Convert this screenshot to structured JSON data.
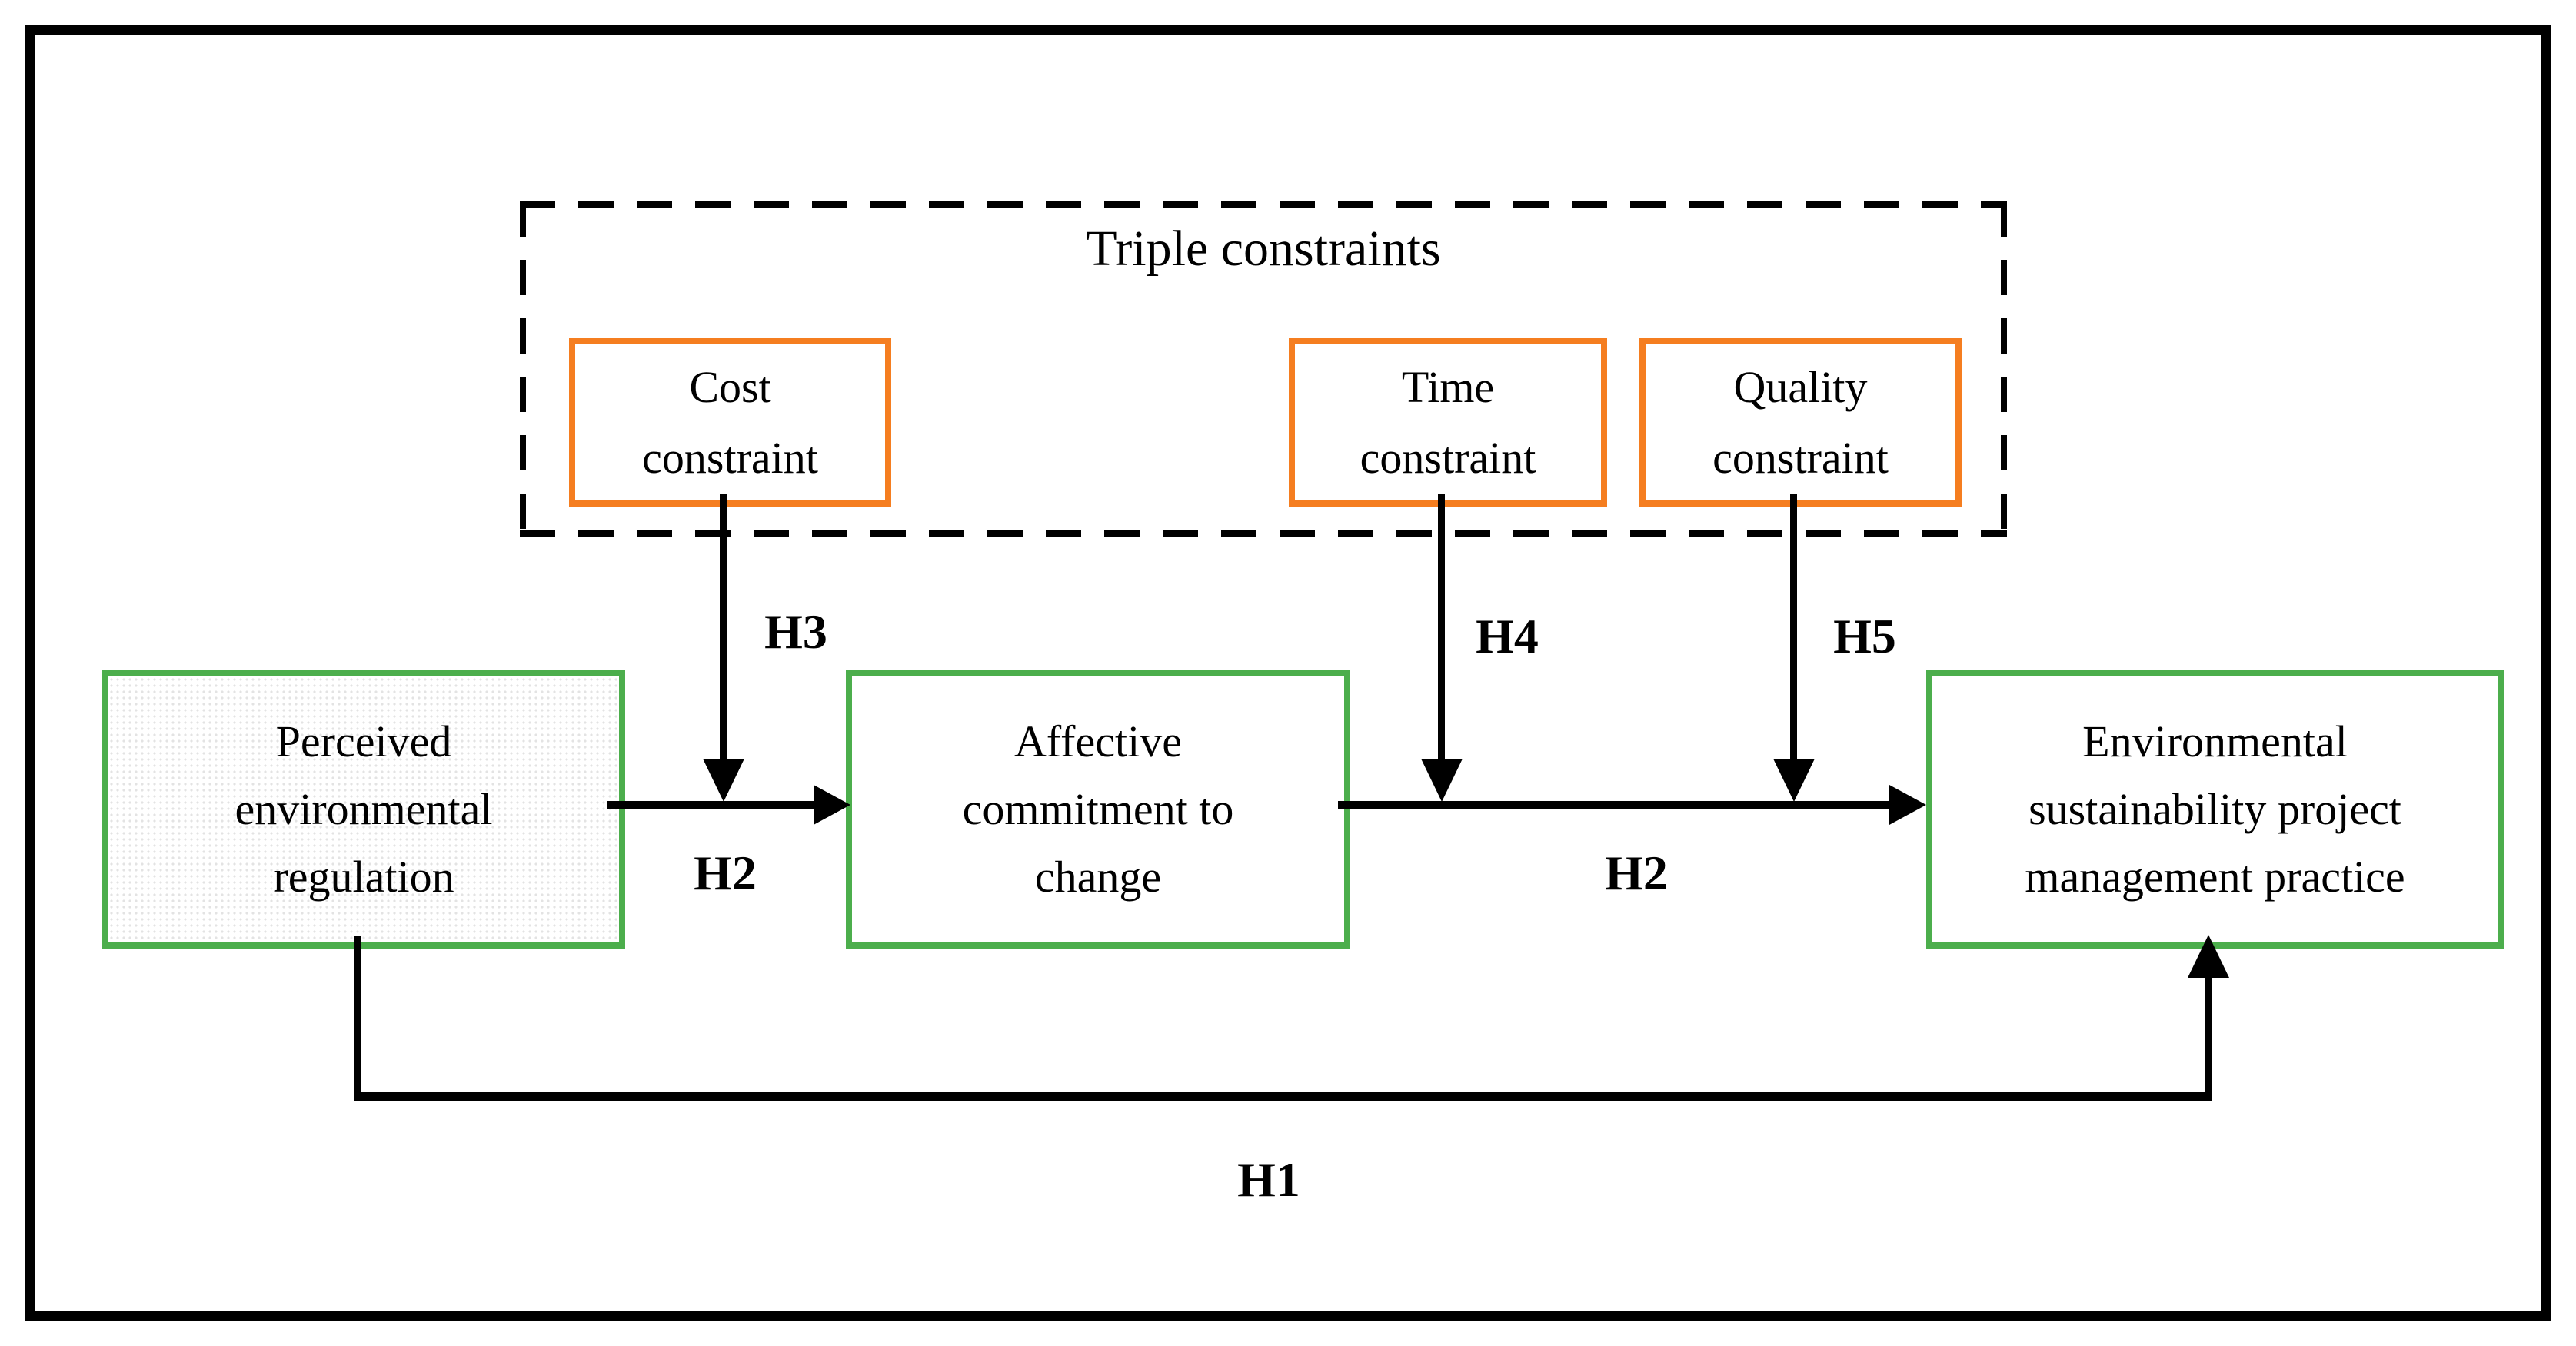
{
  "colors": {
    "orange": "#f57e20",
    "green": "#4cae4c",
    "black": "#000000"
  },
  "triple_constraints": {
    "title": "Triple constraints",
    "boxes": [
      {
        "label_lines": [
          "Cost",
          "constraint"
        ]
      },
      {
        "label_lines": [
          "Time",
          "constraint"
        ]
      },
      {
        "label_lines": [
          "Quality",
          "constraint"
        ]
      }
    ]
  },
  "main_boxes": [
    {
      "label_lines": [
        "Perceived",
        "environmental",
        "regulation"
      ]
    },
    {
      "label_lines": [
        "Affective",
        "commitment to",
        "change"
      ]
    },
    {
      "label_lines": [
        "Environmental",
        "sustainability project",
        "management practice"
      ]
    }
  ],
  "hypotheses": {
    "h1": "H1",
    "h2_left": "H2",
    "h2_right": "H2",
    "h3": "H3",
    "h4": "H4",
    "h5": "H5"
  }
}
